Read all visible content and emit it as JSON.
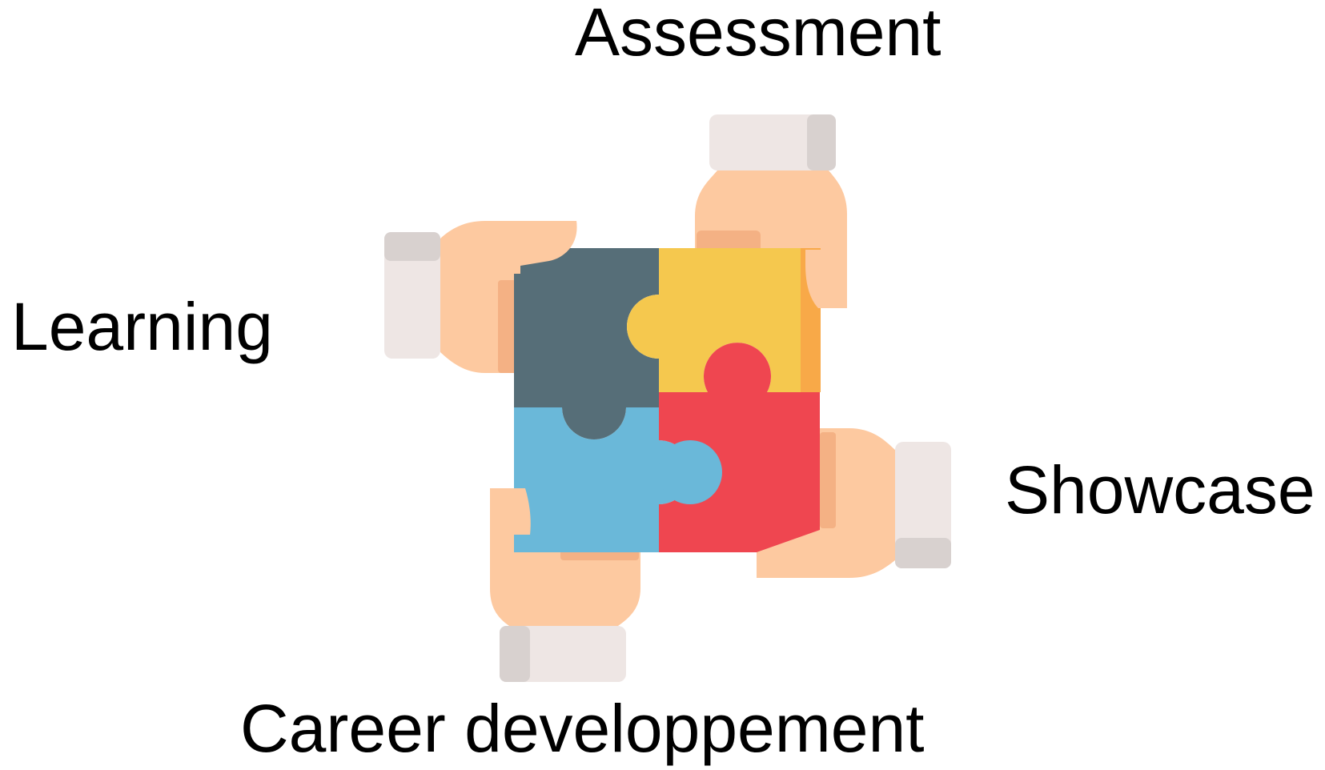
{
  "labels": {
    "top": "Assessment",
    "left": "Learning",
    "right": "Showcase",
    "bottom": "Career developpement"
  },
  "illustration": {
    "icon": "teamwork-puzzle-hands-icon",
    "colors": {
      "piece_dark": "#566E78",
      "piece_yellow": "#F5C84E",
      "piece_red": "#EF4650",
      "piece_blue": "#6AB8D9",
      "piece_yellow_shade": "#F8A948",
      "skin": "#FDC9A0",
      "skin_shade": "#F4B184",
      "cuff": "#EEE6E4",
      "cuff_shade": "#D8D1CF"
    }
  }
}
